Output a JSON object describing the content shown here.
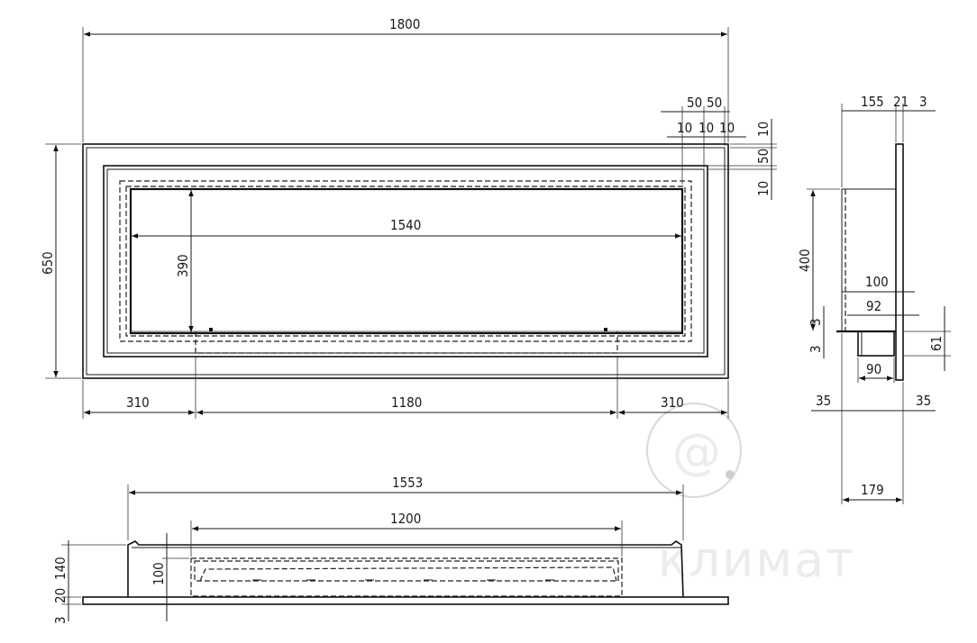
{
  "front_view": {
    "overall_width": "1800",
    "overall_height": "650",
    "inner_width": "1540",
    "inner_height": "390",
    "bottom_left": "310",
    "bottom_center": "1180",
    "bottom_right": "310",
    "top_small_a": "50",
    "top_small_b": "50",
    "top_small_c": "10",
    "top_small_d": "10",
    "top_small_e": "10",
    "right_small_a": "10",
    "right_small_b": "50",
    "right_small_c": "10"
  },
  "side_view": {
    "top_a": "155",
    "top_b": "21",
    "top_c": "3",
    "height": "400",
    "d100": "100",
    "d92": "92",
    "d3a": "3",
    "d3b": "3",
    "d61": "61",
    "d90": "90",
    "d35a": "35",
    "d35b": "35",
    "total_depth": "179"
  },
  "top_view": {
    "outer_width": "1553",
    "inner_width": "1200",
    "h140": "140",
    "h100": "100",
    "h20": "20",
    "h3": "3"
  },
  "watermark": {
    "text": "климат",
    "logo_glyph": "@"
  },
  "colors": {
    "line": "#111111",
    "watermark": "#d9d9d9"
  }
}
